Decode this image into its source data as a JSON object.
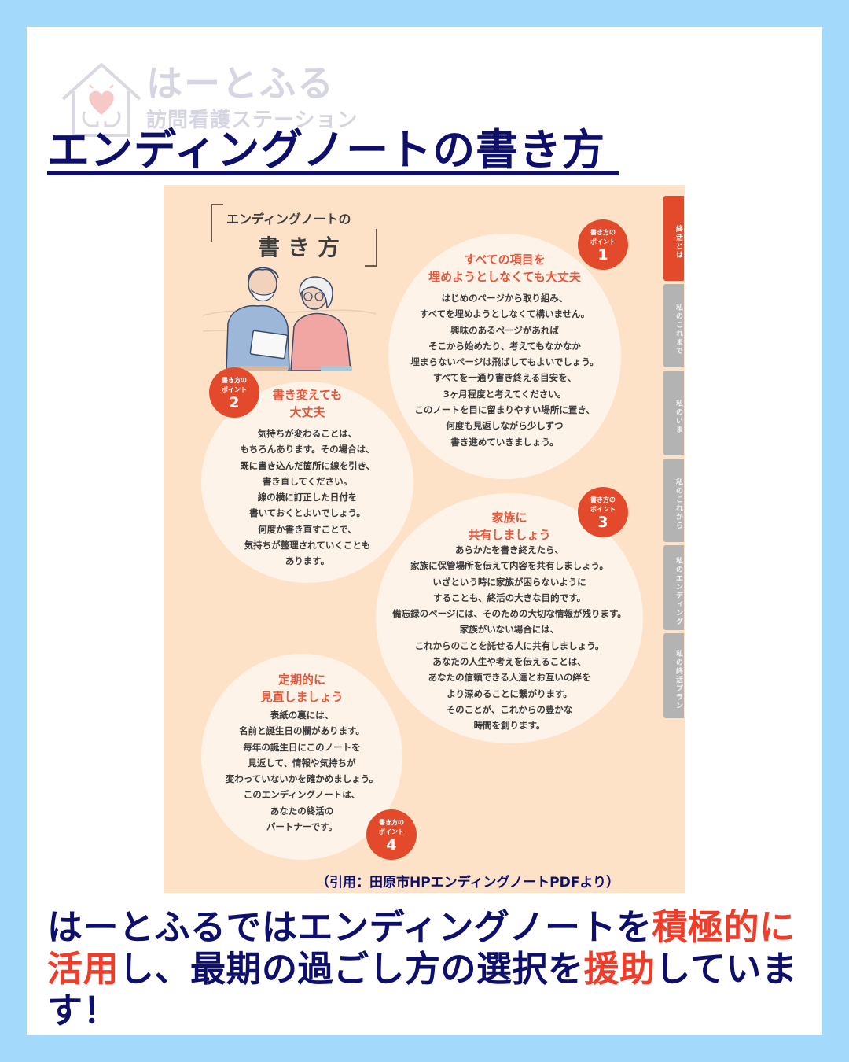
{
  "logo": {
    "name": "はーとふる",
    "subtitle": "訪問看護ステーション",
    "icon": "house-heart-hands-icon"
  },
  "title": "エンディングノートの書き方",
  "document": {
    "heading_line1": "エンディングノートの",
    "heading_line2": "書き方",
    "illustration": "elderly-couple-with-tablet",
    "points": [
      {
        "badge_label": "書き方の\nポイント",
        "number": "1",
        "title": "すべての項目を\n埋めようとしなくても大丈夫",
        "body": "はじめのページから取り組み、\nすべてを埋めようとしなくて構いません。\n興味のあるページがあれば\nそこから始めたり、考えてもなかなか\n埋まらないページは飛ばしてもよいでしょう。\nすべてを一通り書き終える目安を、\n3ヶ月程度と考えてください。\nこのノートを目に留まりやすい場所に置き、\n何度も見返しながら少しずつ\n書き進めていきましょう。"
      },
      {
        "badge_label": "書き方の\nポイント",
        "number": "2",
        "title": "書き変えても\n大丈夫",
        "body": "気持ちが変わることは、\nもちろんあります。その場合は、\n既に書き込んだ箇所に線を引き、\n書き直してください。\n線の横に訂正した日付を\n書いておくとよいでしょう。\n何度か書き直すことで、\n気持ちが整理されていくことも\nあります。"
      },
      {
        "badge_label": "書き方の\nポイント",
        "number": "3",
        "title": "家族に\n共有しましょう",
        "body": "あらかたを書き終えたら、\n家族に保管場所を伝えて内容を共有しましょう。\nいざという時に家族が困らないように\nすることも、終活の大きな目的です。\n備忘録のページには、そのための大切な情報が残ります。\n家族がいない場合には、\nこれからのことを託せる人に共有しましょう。\nあなたの人生や考えを伝えることは、\nあなたの信頼できる人達とお互いの絆を\nより深めることに繋がります。\nそのことが、これからの豊かな\n時間を創ります。"
      },
      {
        "badge_label": "書き方の\nポイント",
        "number": "4",
        "title": "定期的に\n見直しましょう",
        "body": "表紙の裏には、\n名前と誕生日の欄があります。\n毎年の誕生日にこのノートを\n見返して、情報や気持ちが\n変わっていないかを確かめましょう。\nこのエンディングノートは、\nあなたの終活の\nパートナーです。"
      }
    ],
    "tabs": [
      {
        "label": "終活とは",
        "active": true
      },
      {
        "label": "私のこれまで",
        "active": false
      },
      {
        "label": "私のいま",
        "active": false
      },
      {
        "label": "私のこれから",
        "active": false
      },
      {
        "label": "私のエンディング",
        "active": false
      },
      {
        "label": "私の終活プラン",
        "active": false
      }
    ],
    "citation": "（引用：田原市HPエンディングノートPDFより）"
  },
  "message": {
    "parts": [
      {
        "text": "はーとふるではエンディングノートを",
        "highlight": false
      },
      {
        "text": "積極的に活用",
        "highlight": true
      },
      {
        "text": "し、最期の過ごし方の選択を",
        "highlight": false
      },
      {
        "text": "援助",
        "highlight": true
      },
      {
        "text": "しています！",
        "highlight": false
      }
    ]
  },
  "colors": {
    "frame": "#a3d9fb",
    "navy": "#0d0f6b",
    "highlight": "#f03c28",
    "doc_bg": "#fde2c8",
    "bubble_bg": "#fdf3e8",
    "accent_red": "#e34a2c",
    "tab_gray": "#b3b3b3"
  }
}
